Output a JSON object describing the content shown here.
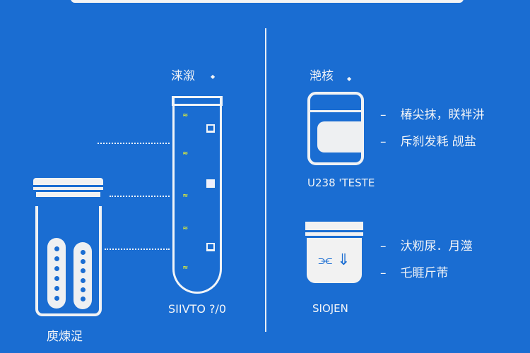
{
  "left": {
    "tube_title": "涞溆",
    "tube_caption": "SIIVTO ?/0",
    "jar_caption": "庾煉浞"
  },
  "right": {
    "title": "滟核",
    "card1": {
      "caption": "U238 'TESTE",
      "bullets": [
        "椿尖抹，眹袢汫",
        "斥刹发耗 觇盐"
      ]
    },
    "card2": {
      "caption": "SIOJEN",
      "bullets": [
        "汏籾尿．月澨",
        "乇睚斤芾"
      ]
    }
  },
  "colors": {
    "background": "#1a6dd2",
    "accent": "#d8e83a"
  }
}
